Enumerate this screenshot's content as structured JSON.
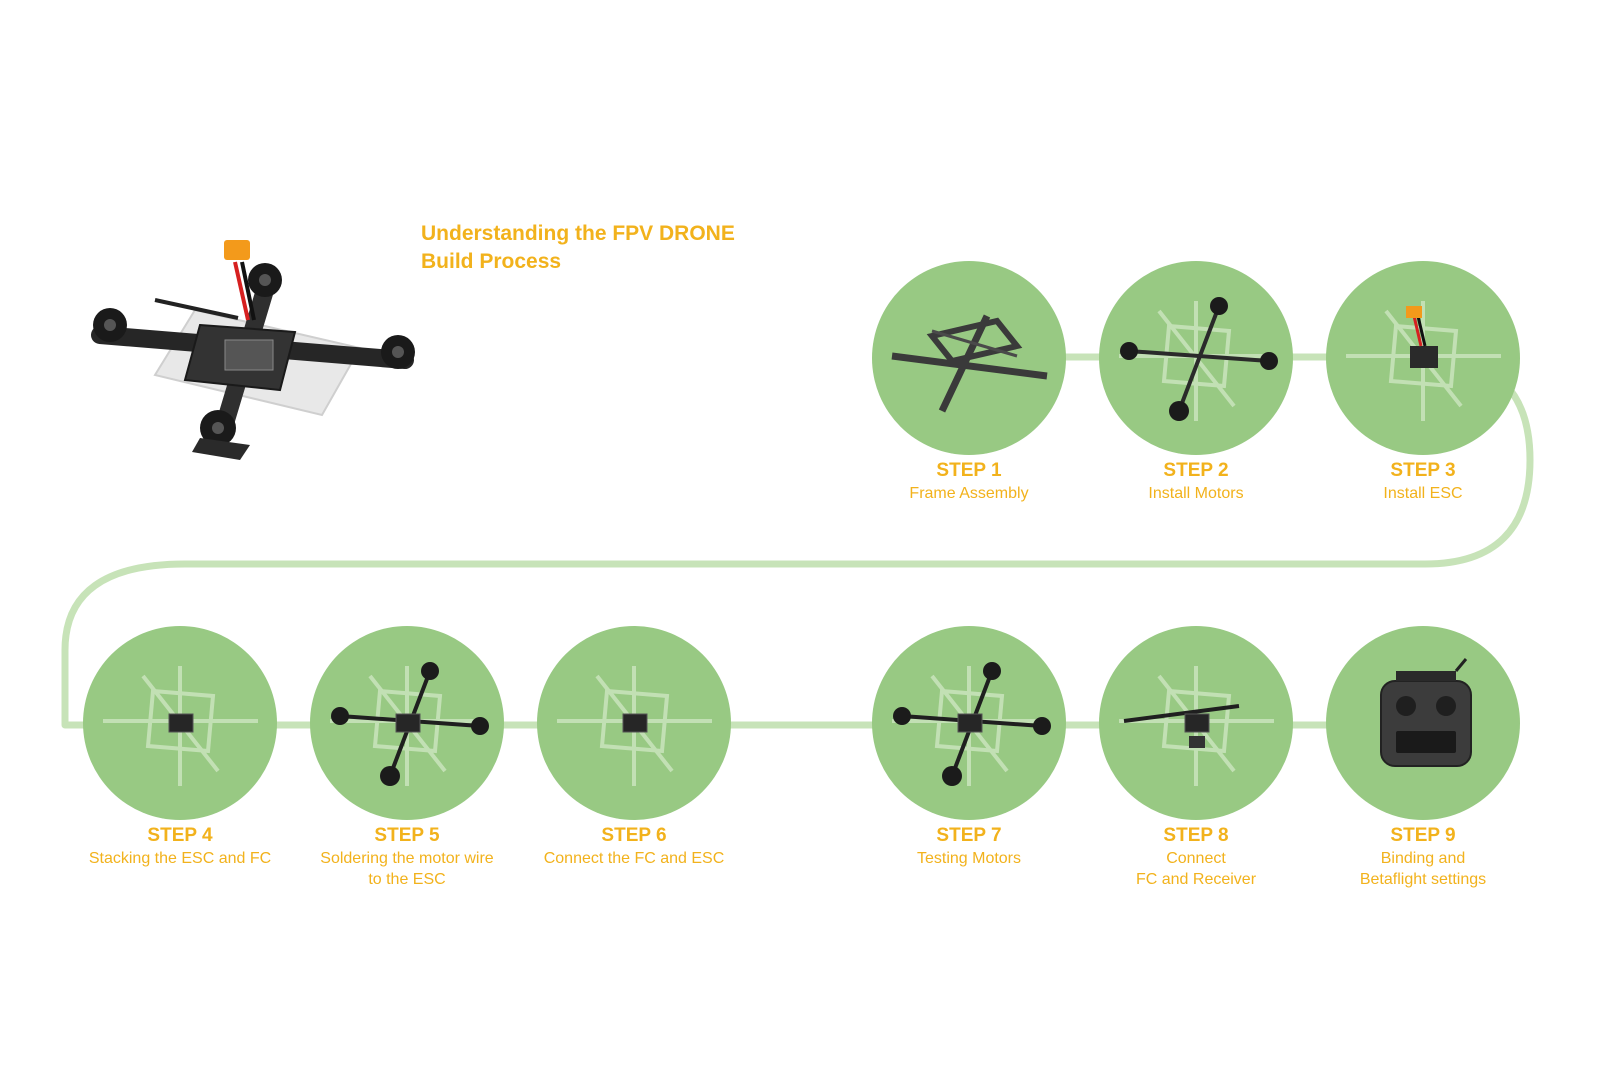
{
  "title": {
    "line1": "Understanding the FPV DRONE",
    "line2": "Build Process"
  },
  "colors": {
    "accent": "#f2b21c",
    "circle": "#98c983",
    "path": "#c7e3b8",
    "frame": "#2b2b2b"
  },
  "steps": [
    {
      "label": "STEP 1",
      "desc": "Frame Assembly",
      "icon": "frame-icon"
    },
    {
      "label": "STEP 2",
      "desc": "Install Motors",
      "icon": "motors-icon"
    },
    {
      "label": "STEP 3",
      "desc": "Install ESC",
      "icon": "esc-icon"
    },
    {
      "label": "STEP 4",
      "desc": "Stacking the ESC and FC",
      "icon": "stack-icon"
    },
    {
      "label": "STEP 5",
      "desc": "Soldering the motor wire\nto the ESC",
      "icon": "solder-icon"
    },
    {
      "label": "STEP 6",
      "desc": "Connect the FC and ESC",
      "icon": "fc-esc-icon"
    },
    {
      "label": "STEP 7",
      "desc": "Testing Motors",
      "icon": "test-motors-icon"
    },
    {
      "label": "STEP 8",
      "desc": "Connect\nFC and Receiver",
      "icon": "receiver-icon"
    },
    {
      "label": "STEP 9",
      "desc": "Binding and\nBetaflight settings",
      "icon": "transmitter-icon"
    }
  ]
}
